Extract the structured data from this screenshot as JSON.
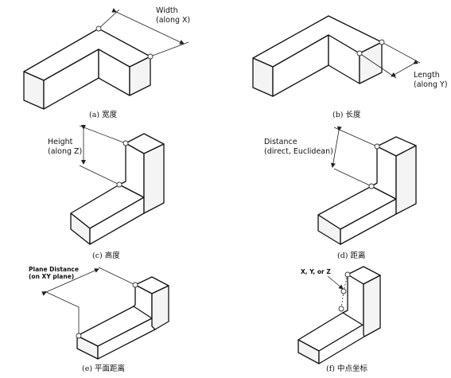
{
  "panels": [
    {
      "id": "a",
      "caption": "(a) 宽度",
      "labels": [
        "Width",
        "(along X)"
      ]
    },
    {
      "id": "b",
      "caption": "(b) 长度",
      "labels": [
        "Length",
        "(along Y)"
      ]
    },
    {
      "id": "c",
      "caption": "(c) 高度",
      "labels": [
        "Height",
        "(along Z)"
      ]
    },
    {
      "id": "d",
      "caption": "(d) 距离",
      "labels": [
        "Distance",
        "(direct, Euclidean)"
      ]
    },
    {
      "id": "e",
      "caption": "(e) 平面距离",
      "labels": [
        "Plane Distance",
        "(on XY plane)"
      ]
    },
    {
      "id": "f",
      "caption": "(f) 中点坐标",
      "labels": [
        "X, Y, or Z"
      ]
    }
  ]
}
